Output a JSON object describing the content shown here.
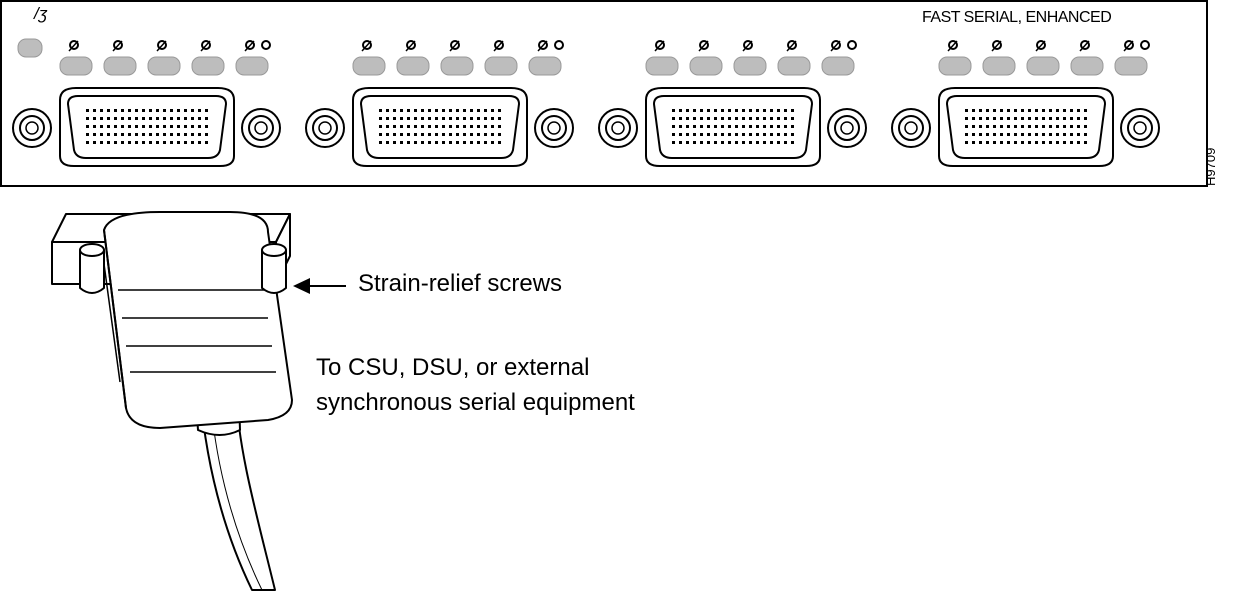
{
  "panel": {
    "title": "FAST SERIAL, ENHANCED",
    "led_glyph": "/ʒ",
    "port_count": 4,
    "leds_per_port": 5
  },
  "figure_id": "H9709",
  "callouts": {
    "strain_relief": "Strain-relief screws",
    "destination_line1": "To CSU, DSU, or external",
    "destination_line2": "synchronous serial equipment"
  },
  "colors": {
    "line": "#000000",
    "led_fill": "#bdbdbd",
    "background": "#ffffff"
  }
}
